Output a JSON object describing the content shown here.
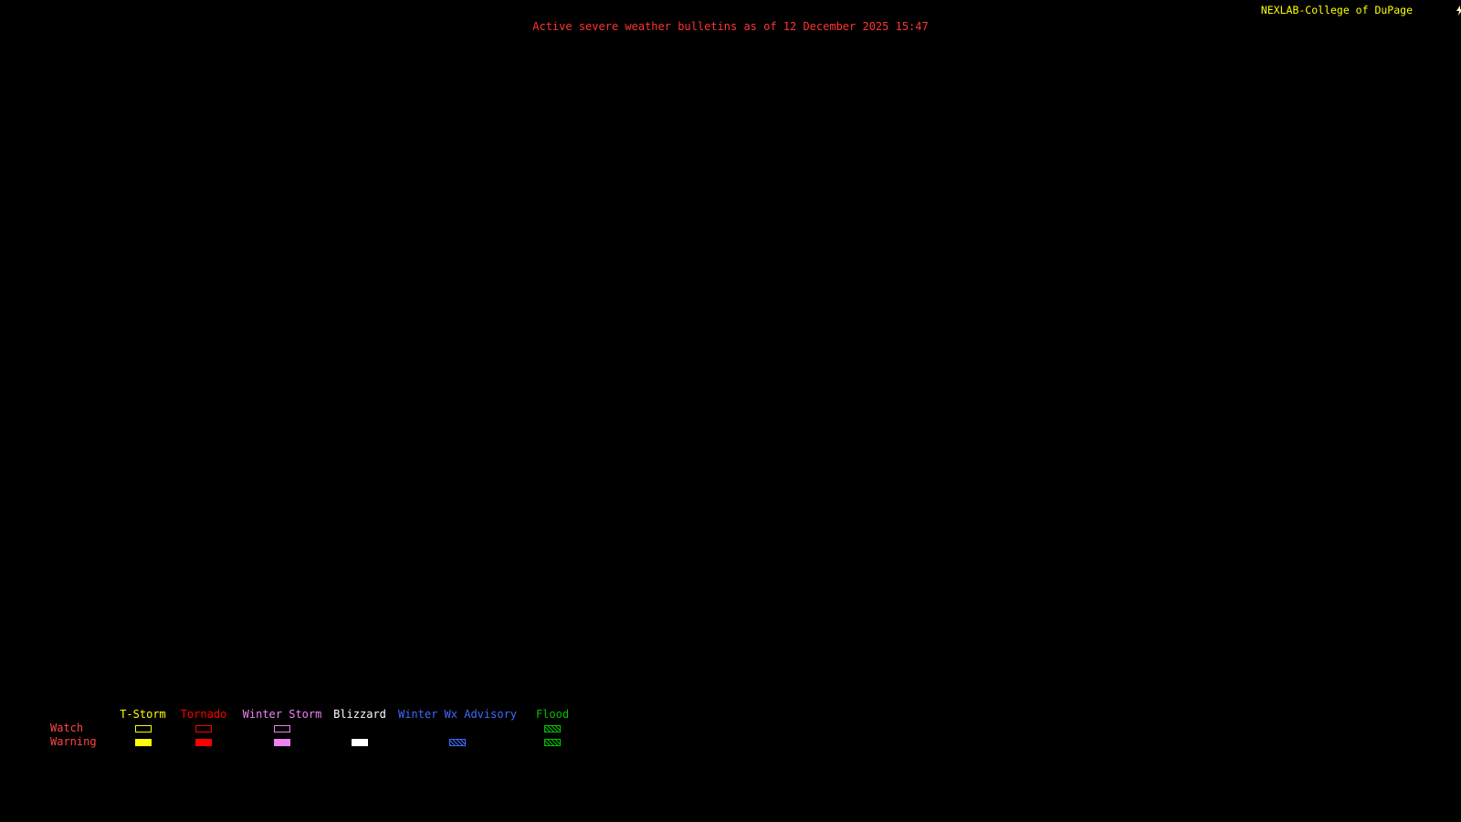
{
  "page": {
    "background": "#000000"
  },
  "header": {
    "title": "Active severe weather bulletins as of 12 December 2025 15:47",
    "title_color": "#ff3333",
    "brand": "NEXLAB-College of DuPage",
    "brand_color": "#ffff00",
    "logo_color": "#ffffcc"
  },
  "legend": {
    "row_label_color": "#ff4444",
    "rows": {
      "watch": "Watch",
      "warning": "Warning"
    },
    "columns": [
      {
        "label": "T-Storm",
        "color": "#ffff00",
        "watch": "outline",
        "warning": "fill"
      },
      {
        "label": "Tornado",
        "color": "#ff0000",
        "watch": "outline",
        "warning": "fill"
      },
      {
        "label": "Winter Storm",
        "color": "#ee82ee",
        "watch": "outline",
        "warning": "fill"
      },
      {
        "label": "Blizzard",
        "color": "#ffffff",
        "watch": "none",
        "warning": "fill"
      },
      {
        "label": "Winter Wx Advisory",
        "color": "#4169ff",
        "watch": "none",
        "warning": "hatch"
      },
      {
        "label": "Flood",
        "color": "#00c000",
        "watch": "hatch",
        "warning": "hatch"
      }
    ]
  }
}
